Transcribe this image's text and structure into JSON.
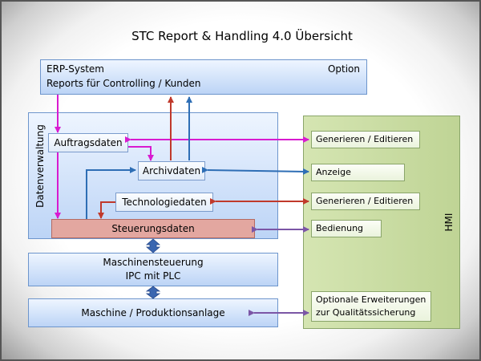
{
  "title": "STC Report & Handling 4.0 Übersicht",
  "erp": {
    "line1": "ERP-System",
    "line2": "Reports für Controlling / Kunden",
    "option": "Option"
  },
  "datenverwaltung": {
    "label": "Datenverwaltung",
    "auftragsdaten": "Auftragsdaten",
    "archivdaten": "Archivdaten",
    "technologiedaten": "Technologiedaten",
    "steuerungsdaten": "Steuerungsdaten"
  },
  "maschinensteuerung": {
    "line1": "Maschinensteuerung",
    "line2": "IPC mit PLC"
  },
  "maschine": "Maschine / Produktionsanlage",
  "hmi": {
    "label": "HMI",
    "generieren_1": "Generieren  / Editieren",
    "anzeige": "Anzeige",
    "generieren_2": "Generieren  / Editieren",
    "bedienung": "Bedienung",
    "optional_line1": "Optionale Erweiterungen",
    "optional_line2": "zur Qualitätssicherung"
  },
  "colors": {
    "magenta": "#d81bd0",
    "red": "#c0392b",
    "blue": "#2e6eb5",
    "purple": "#7b56a6",
    "block_arrow": "#3a66b0",
    "hmi_green": "#c5d99c",
    "steuerungsdaten_fill": "#e3a7a0"
  }
}
